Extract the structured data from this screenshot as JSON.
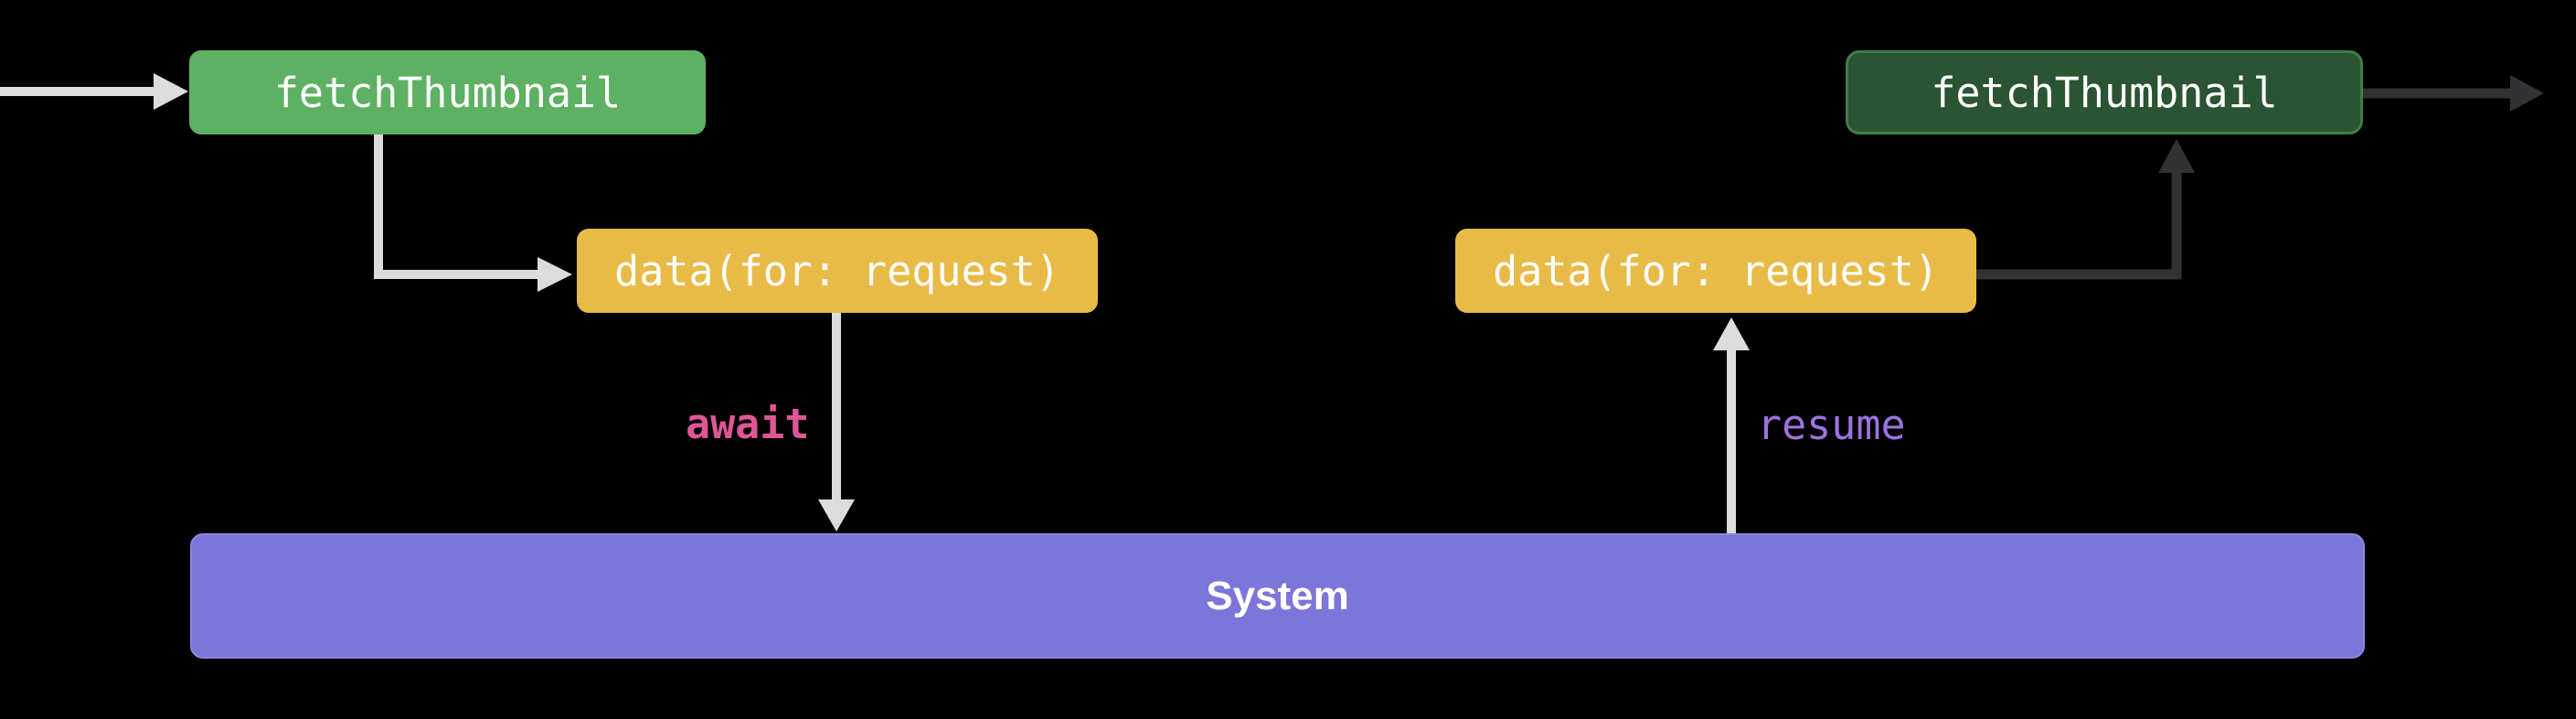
{
  "colors": {
    "bg": "#000000",
    "green": "#5eb162",
    "yellow": "#e8ba47",
    "dark_green": "#2b5432",
    "dark_green_border": "#417e46",
    "purple": "#7c75da",
    "purple_border": "#8d87e0",
    "arrow_light": "#dcdcdc",
    "arrow_dark": "#323235",
    "await_pink": "#df5695",
    "resume_purple": "#9c73de",
    "label_text": "#ffffff"
  },
  "nodes": {
    "fetch_left": {
      "label": "fetchThumbnail",
      "fill": "#5eb162"
    },
    "data_left": {
      "label": "data(for: request)",
      "fill": "#e8ba47"
    },
    "data_right": {
      "label": "data(for: request)",
      "fill": "#e8ba47"
    },
    "fetch_right": {
      "label": "fetchThumbnail",
      "fill": "#2b5432",
      "border": "#417e46"
    },
    "system": {
      "label": "System",
      "fill": "#7c75da"
    }
  },
  "annotations": {
    "await": {
      "label": "await",
      "color": "#df5695"
    },
    "resume": {
      "label": "resume",
      "color": "#9c73de"
    }
  },
  "edges": [
    {
      "name": "incoming-call-arrow",
      "from": "left-edge",
      "to": "fetch_left",
      "style": "light"
    },
    {
      "name": "fetch-to-data-elbow-arrow",
      "from": "fetch_left",
      "to": "data_left",
      "style": "light"
    },
    {
      "name": "await-arrow",
      "from": "data_left",
      "to": "system",
      "style": "light",
      "label": "await"
    },
    {
      "name": "resume-arrow",
      "from": "system",
      "to": "data_right",
      "style": "light",
      "label": "resume"
    },
    {
      "name": "data-to-fetch-elbow-arrow",
      "from": "data_right",
      "to": "fetch_right",
      "style": "dark"
    },
    {
      "name": "outgoing-return-arrow",
      "from": "fetch_right",
      "to": "right-edge",
      "style": "dark"
    }
  ]
}
